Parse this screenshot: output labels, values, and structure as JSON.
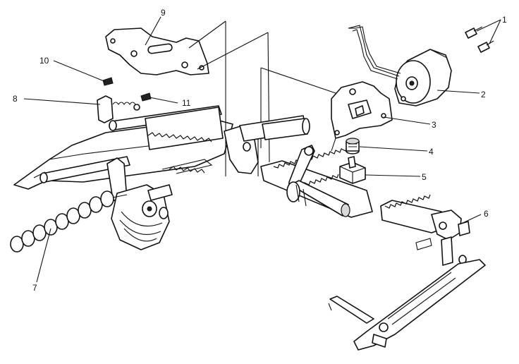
{
  "callouts": [
    {
      "id": "c1",
      "text": "1"
    },
    {
      "id": "c2",
      "text": "2"
    },
    {
      "id": "c3",
      "text": "3"
    },
    {
      "id": "c4",
      "text": "4"
    },
    {
      "id": "c5",
      "text": "5"
    },
    {
      "id": "c6",
      "text": "6"
    },
    {
      "id": "c7",
      "text": "7"
    },
    {
      "id": "c8",
      "text": "8"
    },
    {
      "id": "c9",
      "text": "9"
    },
    {
      "id": "c10",
      "text": "10"
    },
    {
      "id": "c11",
      "text": "11"
    }
  ]
}
